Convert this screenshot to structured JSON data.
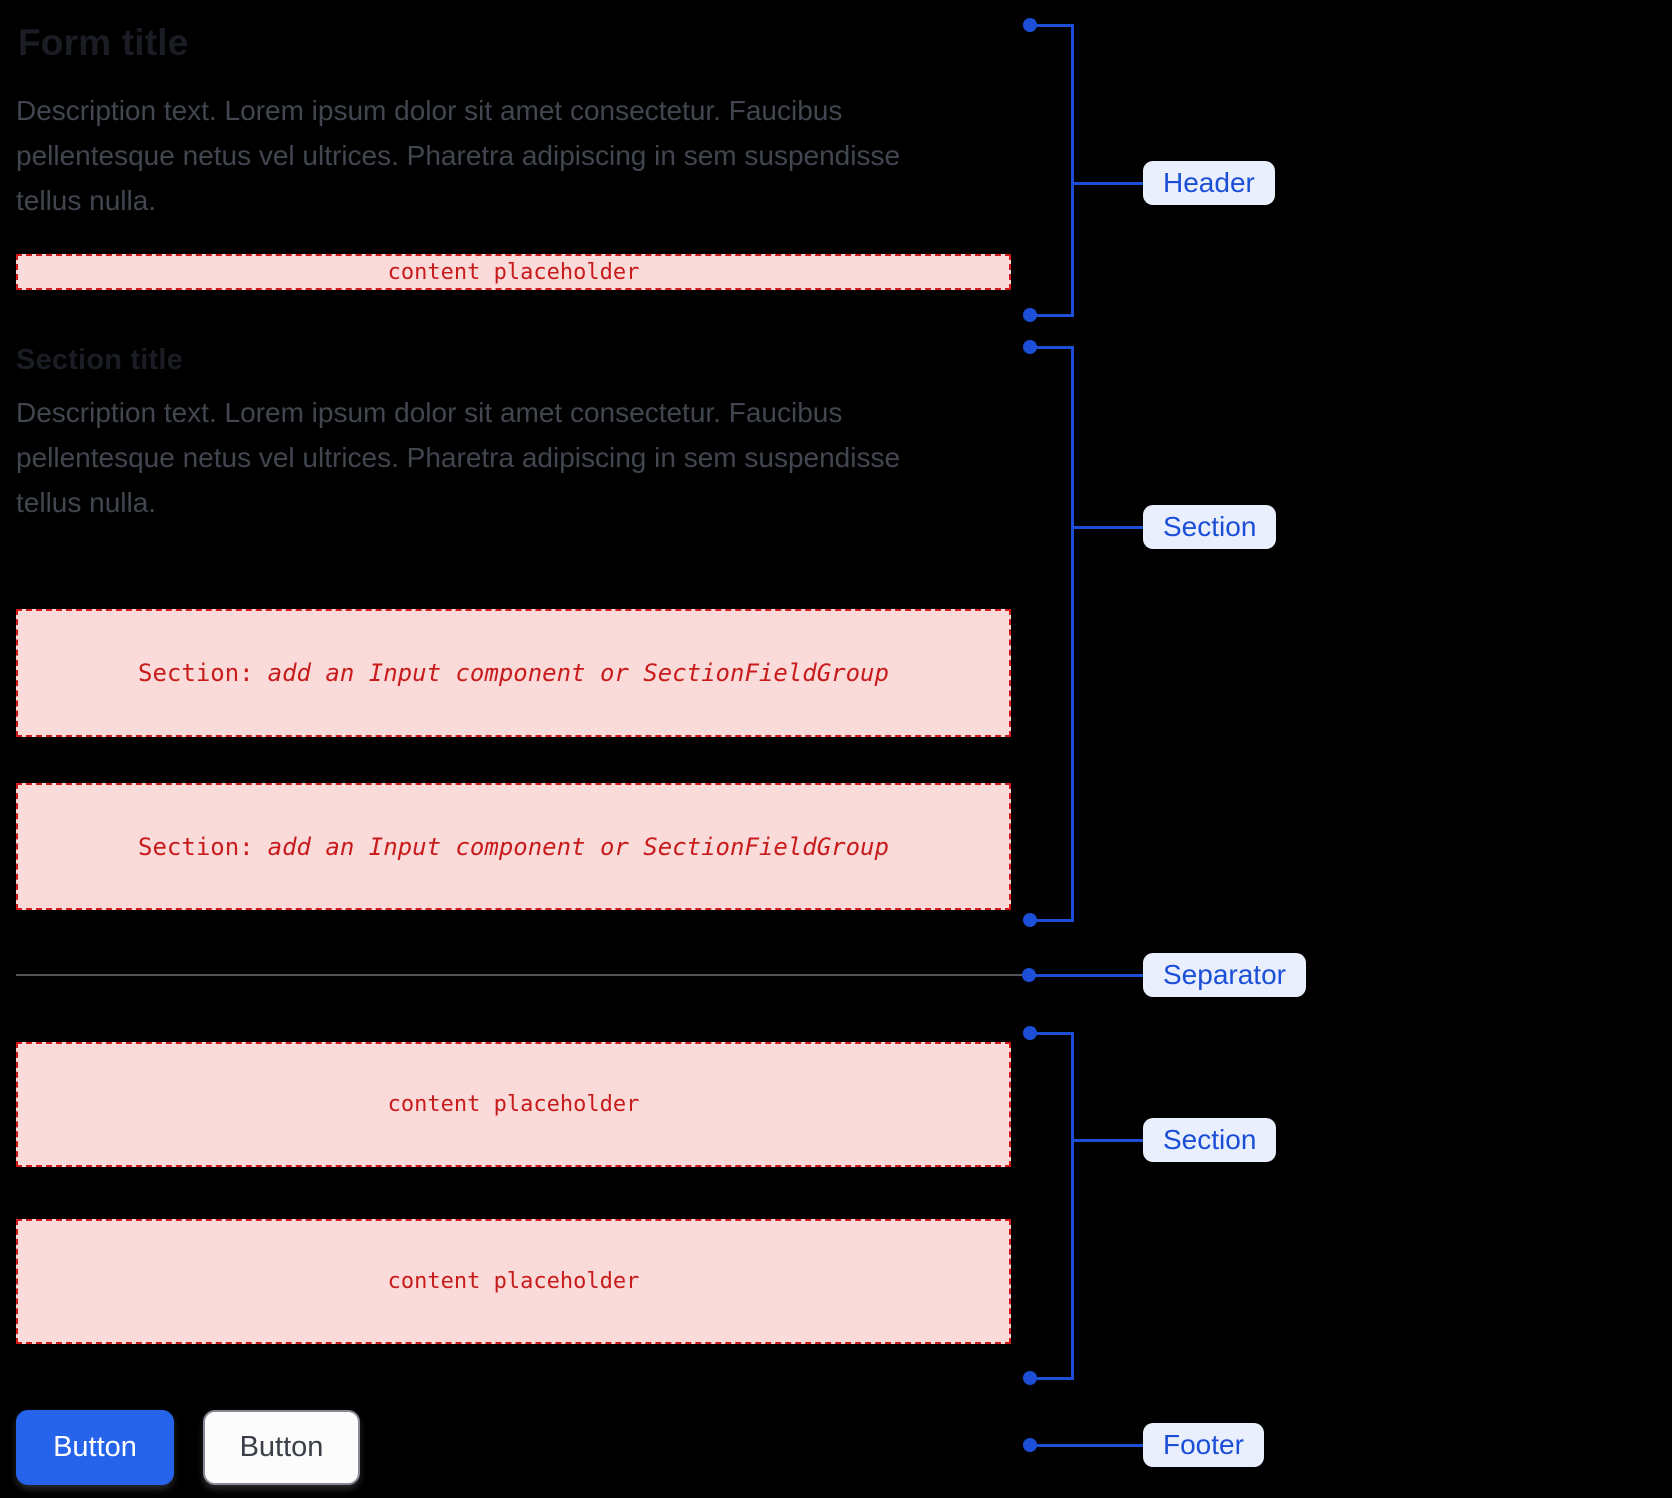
{
  "colors": {
    "background": "#000000",
    "annotation_blue": "#1d4ed8",
    "annotation_label_bg": "#e9effd",
    "placeholder_bg": "#fbdada",
    "placeholder_border": "#d21a1a",
    "placeholder_text": "#c81c1c",
    "separator_gray": "#53565b",
    "primary_button_bg": "#2563eb",
    "title_text": "#1a1d23",
    "description_text": "#41464f"
  },
  "form": {
    "header": {
      "title": "Form title",
      "description": "Description text. Lorem ipsum dolor sit amet consectetur. Faucibus pellentesque netus vel ultrices. Pharetra adipiscing in sem suspendisse tellus nulla.",
      "placeholder": "content placeholder"
    },
    "section": {
      "title": "Section title",
      "description": "Description text. Lorem ipsum dolor sit amet consectetur. Faucibus pellentesque netus vel ultrices. Pharetra adipiscing in sem suspendisse tellus nulla.",
      "field_groups": [
        {
          "prefix": "Section:",
          "note": "add an Input component or SectionFieldGroup"
        },
        {
          "prefix": "Section:",
          "note": "add an Input component or SectionFieldGroup"
        }
      ]
    },
    "content_section": {
      "placeholders": [
        "content placeholder",
        "content placeholder"
      ]
    },
    "footer": {
      "primary_button": "Button",
      "secondary_button": "Button"
    }
  },
  "annotations": {
    "header": "Header",
    "section1": "Section",
    "separator": "Separator",
    "section2": "Section",
    "footer": "Footer"
  }
}
